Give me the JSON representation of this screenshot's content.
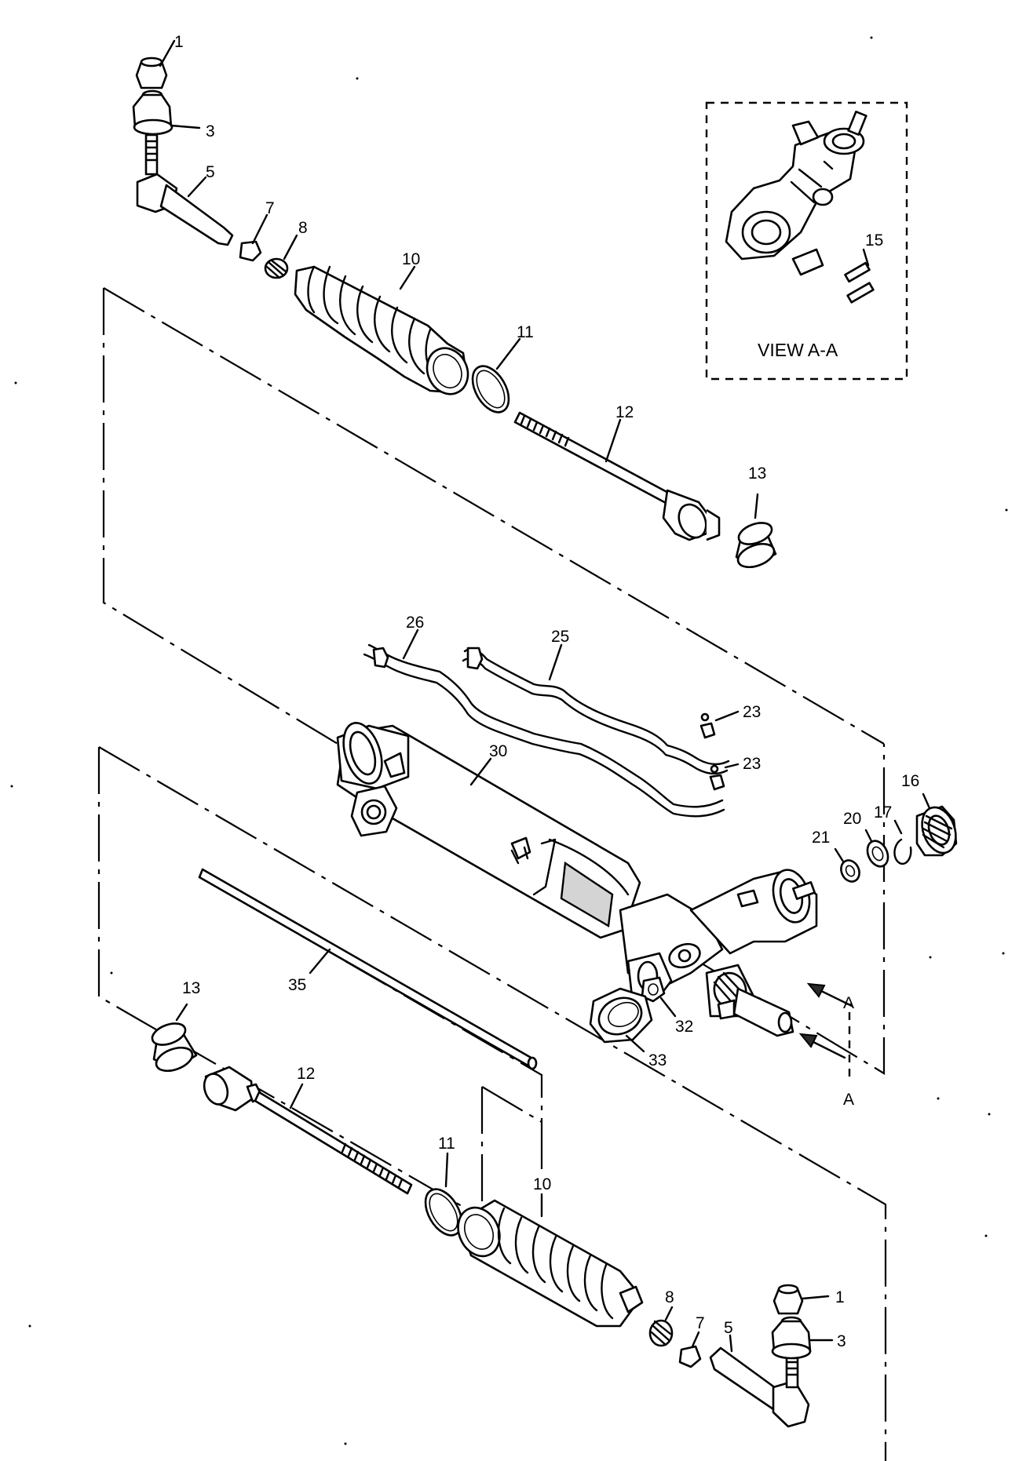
{
  "view_box": {
    "title": "VIEW A-A",
    "callout": "15"
  },
  "section_markers": {
    "upper": "A",
    "lower": "A"
  },
  "callouts": {
    "tie_rod_end_nut_top": "1",
    "tie_rod_end_boot_top": "3",
    "tie_rod_end_top": "5",
    "jam_nut_top": "7",
    "clamp_small_top": "8",
    "boot_top": "10",
    "boot_clamp_top": "11",
    "inner_tie_rod_top": "12",
    "shock_damper_top": "13",
    "adjuster_plug": "16",
    "retaining_ring": "17",
    "seal": "20",
    "bearing": "21",
    "fitting_upper": "23",
    "fitting_lower": "23",
    "pipe_25": "25",
    "pipe_26": "26",
    "housing": "30",
    "nut_32": "32",
    "cap_33": "33",
    "rack": "35",
    "shock_damper_bottom": "13",
    "inner_tie_rod_bottom": "12",
    "boot_clamp_bottom": "11",
    "boot_bottom": "10",
    "clamp_small_bottom": "8",
    "jam_nut_bottom": "7",
    "tie_rod_end_bottom": "5",
    "tie_rod_end_nut_bottom": "1",
    "tie_rod_end_boot_bottom": "3"
  }
}
